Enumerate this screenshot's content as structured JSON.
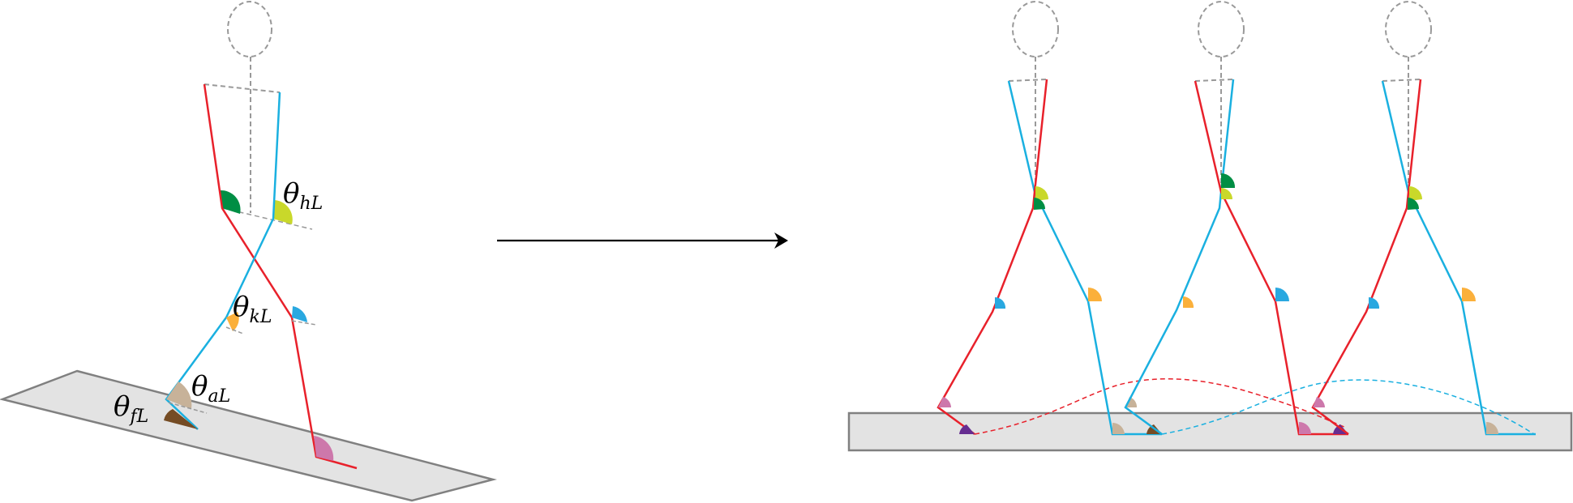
{
  "diagram": {
    "colors": {
      "left_leg": "#e8212b",
      "right_leg_blue": "#1ab0e0",
      "torso_dashed": "#999999",
      "platform_fill": "#e3e3e3",
      "platform_stroke": "#808080",
      "hip_angle_a": "#c9d82a",
      "hip_angle_b": "#008e44",
      "knee_angle_orange": "#fbb03b",
      "knee_angle_blue": "#29a8e0",
      "ankle_angle_tan": "#c7b299",
      "foot_angle_brown": "#754c24",
      "ankle_angle_pink": "#cd78ab",
      "foot_angle_purple": "#662d91",
      "arrow": "#000000"
    },
    "labels": {
      "hip": {
        "theta": "θ",
        "sub": "hL"
      },
      "knee": {
        "theta": "θ",
        "sub": "kL"
      },
      "ankle": {
        "theta": "θ",
        "sub": "aL"
      },
      "foot": {
        "theta": "θ",
        "sub": "fL"
      }
    },
    "panels": [
      {
        "name": "single-pose",
        "figures": 1
      },
      {
        "name": "gait-sequence",
        "figures": 3
      }
    ],
    "arrow": {
      "direction": "right"
    }
  }
}
